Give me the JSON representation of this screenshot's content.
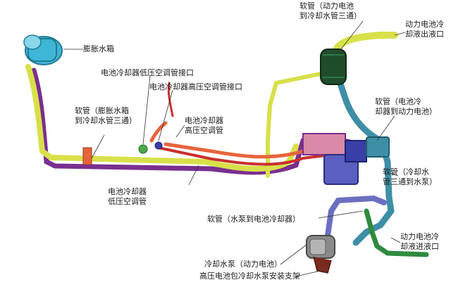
{
  "labels": {
    "expansion_tank": "膨胀水箱",
    "chiller_low_port": "电池冷却器低压空调管接口",
    "chiller_high_port": "电池冷却器高压空调管接口",
    "chiller_high_pipe": [
      "电池冷却器",
      "高压空调管"
    ],
    "hose_tank_tee": [
      "软管（膨胀水箱",
      "到冷却水管三通）"
    ],
    "chiller_low_pipe": [
      "电池冷却器",
      "低压空调管"
    ],
    "hose_battery_tee": [
      "软管（动力电池",
      "到冷却水管三通）"
    ],
    "battery_coolant_out": [
      "动力电池冷",
      "却液出液口"
    ],
    "hose_chiller_battery": [
      "软管（电池冷",
      "却器到动力电池）"
    ],
    "hose_tee_pump": [
      "软管（冷却水",
      "管三通到水泵）"
    ],
    "hose_pump_chiller": "软管（水泵到电池冷却器）",
    "battery_coolant_in": [
      "动力电池冷",
      "却液进液口"
    ],
    "coolant_pump": "冷却水泵（动力电池）",
    "pump_bracket": "高压电池包冷却水泵安装支架"
  },
  "colors": {
    "tank": "#3fb6d6",
    "yellow_pipe": "#d8e04a",
    "purple_pipe": "#7a2f8f",
    "orange_pipe": "#e7643a",
    "teal_pipe": "#3e8fa6",
    "green_pipe": "#2f8a3e",
    "dark_green_part": "#1f4d2c",
    "blue_part": "#3a3fa8",
    "chiller_pink": "#d88aa8",
    "pump_grey": "#8a8a8a"
  }
}
